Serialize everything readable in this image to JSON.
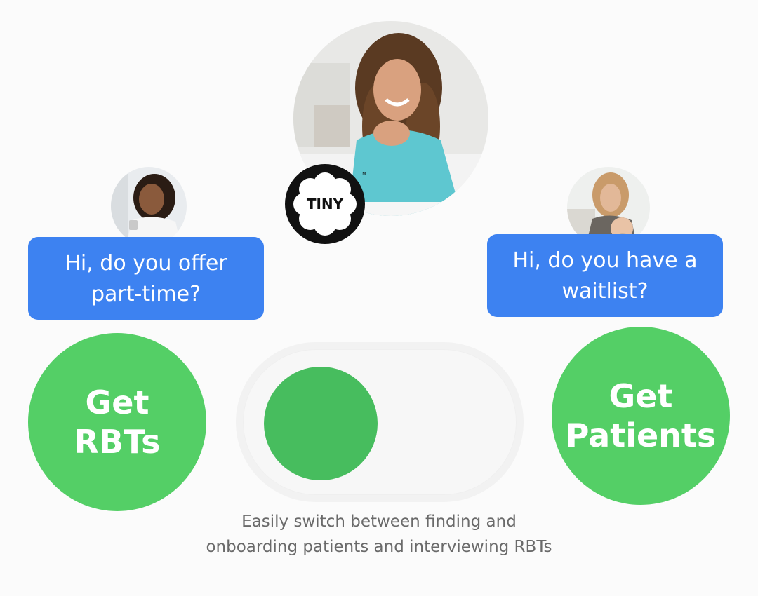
{
  "logo": {
    "text": "TINY",
    "mark": "TM"
  },
  "bubble_left": {
    "lines": [
      "Hi, do you offer",
      "part-time?"
    ]
  },
  "bubble_right": {
    "lines": [
      "Hi, do you have a",
      "waitlist?"
    ]
  },
  "cta_left": {
    "lines": [
      "Get",
      "RBTs"
    ]
  },
  "cta_right": {
    "lines": [
      "Get",
      "Patients"
    ]
  },
  "caption": {
    "lines": [
      "Easily switch between finding and",
      "onboarding patients and interviewing RBTs"
    ]
  },
  "colors": {
    "bubble": "#3d82f1",
    "cta": "#54cf66",
    "toggle_knob": "#47bd5e",
    "caption": "#6a6a6a"
  }
}
